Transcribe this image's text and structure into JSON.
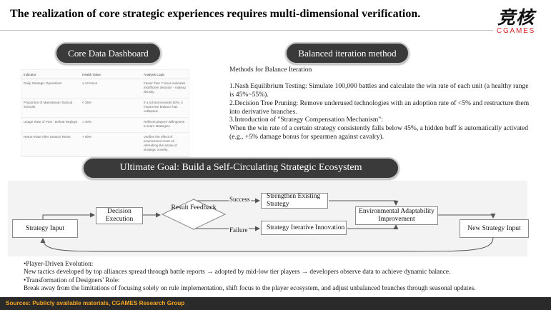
{
  "header": {
    "title": "The realization of core strategic experiences requires multi-dimensional verification.",
    "logo_cn": "竞核",
    "logo_en": "CGAMES"
  },
  "sections": {
    "dashboard_label": "Core Data Dashboard",
    "balanced_label": "Balanced iteration method",
    "goal_label": "Ultimate Goal: Build a Self-Circulating Strategic Ecosystem"
  },
  "metrics_table": {
    "headers": [
      "Indicator",
      "Health Value",
      "Analysis Logic"
    ],
    "rows": [
      [
        "Daily Strategic Operations",
        "≥ 12 times",
        "Fewer than 7 times indicates insufficient decision - making density."
      ],
      [
        "Proportion of Mainstream Tactical Schools",
        "< 35%",
        "If a school exceeds 60%, it means the balance has collapsed."
      ],
      [
        "Usage Rate of Post - Defeat Replays",
        "> 30%",
        "Reflects players' willingness to learn strategies."
      ],
      [
        "Return Rate After Season Reset",
        "> 60%",
        "Verifies the effect of environment reset on refreshing the sense of strategic novelty."
      ]
    ]
  },
  "methods": {
    "heading": "Methods for Balance Iteration",
    "items": [
      "1.Nash Equilibrium Testing: Simulate 100,000 battles and calculate the win rate of each unit (a healthy range is 45%~55%).",
      "2.Decision Tree Pruning: Remove underused technologies with an adoption rate of <5% and restructure them into derivative branches.",
      "3.Introduction of \"Strategy Compensation Mechanism\":",
      "When the win rate of a certain strategy consistently falls below 45%, a hidden buff is automatically activated (e.g., +5% damage bonus for spearmen against cavalry)."
    ]
  },
  "flow": {
    "strategy_input": "Strategy Input",
    "decision_execution": "Decision Execution",
    "result_feedback": "Result Feedback",
    "success_label": "Success",
    "failure_label": "Failure",
    "strengthen_existing": "Strengthen Existing Strategy",
    "iterative_innovation": "Strategy Iterative Innovation",
    "environmental_adaptability": "Environmental Adaptability Improvement",
    "new_strategy_input": "New Strategy Input"
  },
  "notes": {
    "evolution_title": "•Player-Driven Evolution:",
    "evolution_text": "New tactics developed by top alliances spread through battle reports  → adopted by mid-low tier players  → developers observe data to achieve dynamic balance.",
    "designer_title": "•Transformation of Designers' Role:",
    "designer_text": "Break away from the limitations of focusing solely on rule implementation, shift focus to the player ecosystem, and adjust unbalanced branches through seasonal updates."
  },
  "footer": {
    "source": "Sources: Publicly available materials, CGAMES Research Group"
  },
  "colors": {
    "pill_bg": "#3a3a3a",
    "logo_red": "#d8262a",
    "footer_bg": "#2a2a2a",
    "footer_text": "#f5a623"
  }
}
